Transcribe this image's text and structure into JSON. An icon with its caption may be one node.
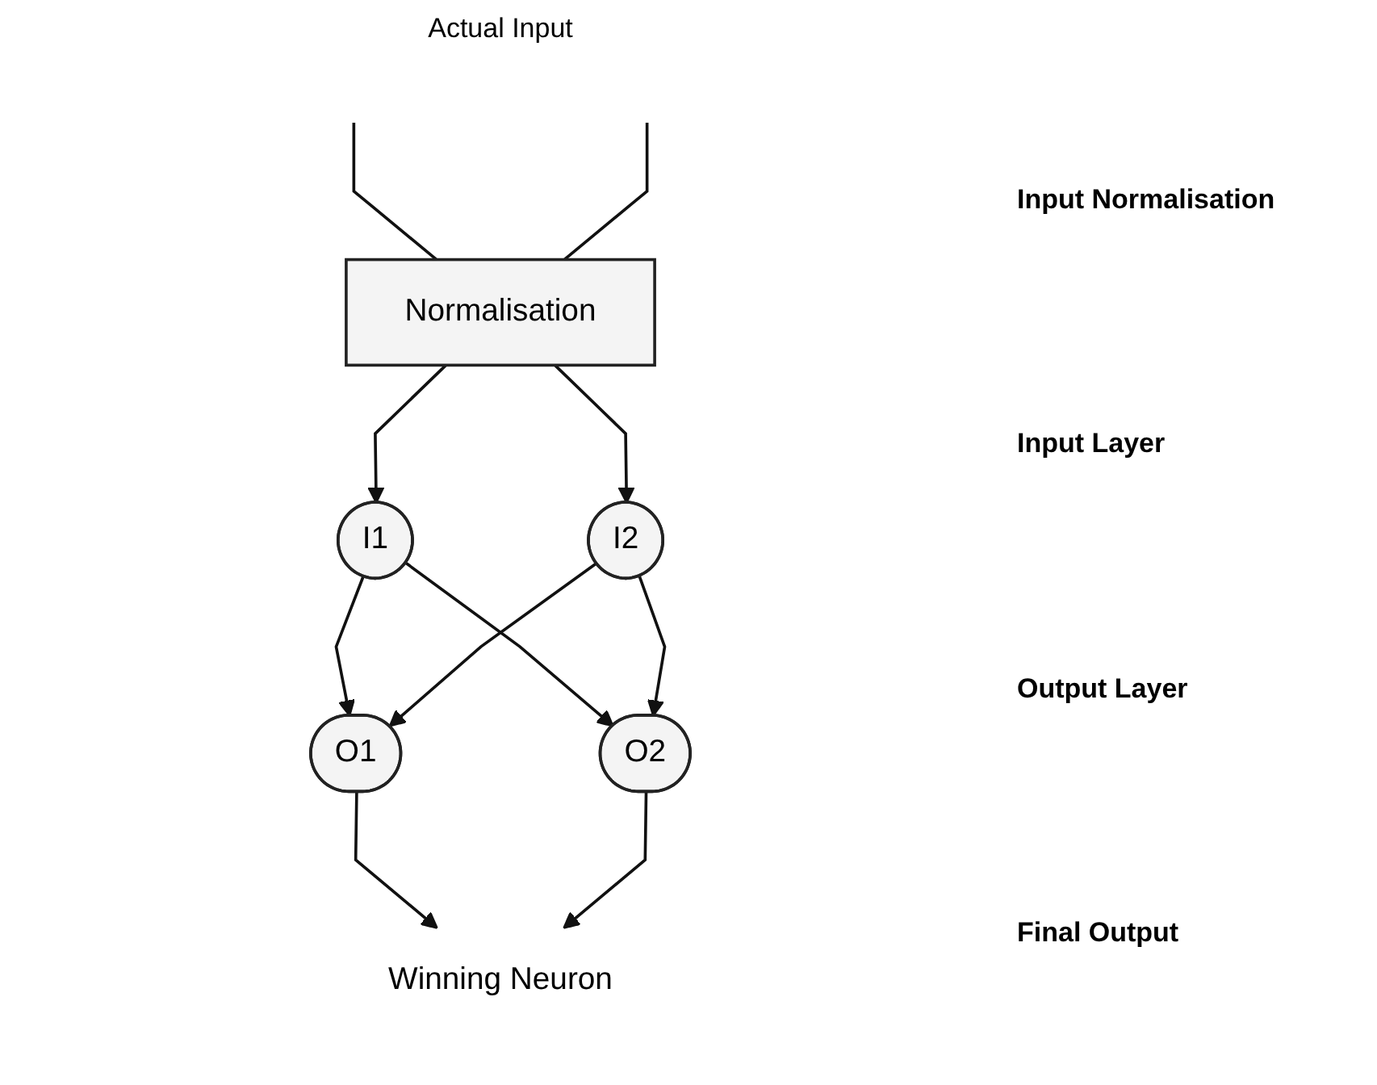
{
  "diagram": {
    "nodes": [
      {
        "text": [
          "Normalisation"
        ]
      },
      {
        "text": [
          "I1"
        ]
      },
      {
        "text": [
          "I2"
        ]
      },
      {
        "text": [
          "O1"
        ]
      },
      {
        "text": [
          "O2"
        ]
      },
      {
        "text": [
          "Winning Neuron"
        ]
      }
    ],
    "edges": [
      {
        "from": null,
        "to": 0,
        "arrow": "none"
      },
      {
        "from": null,
        "to": 0,
        "arrow": "none"
      },
      {
        "from": 0,
        "to": 1,
        "arrow": "to"
      },
      {
        "from": 0,
        "to": 2,
        "arrow": "to"
      },
      {
        "from": 1,
        "to": 3,
        "arrow": "to"
      },
      {
        "from": 1,
        "to": 4,
        "arrow": "to"
      },
      {
        "from": 2,
        "to": 3,
        "arrow": "to"
      },
      {
        "from": 2,
        "to": 4,
        "arrow": "to"
      },
      {
        "from": 3,
        "to": 5,
        "arrow": "to"
      },
      {
        "from": 4,
        "to": 5,
        "arrow": "to"
      }
    ],
    "labels": [
      "Actual Input",
      "Input Normalisation",
      "Input Layer",
      "Output Layer",
      "Final Output"
    ]
  }
}
